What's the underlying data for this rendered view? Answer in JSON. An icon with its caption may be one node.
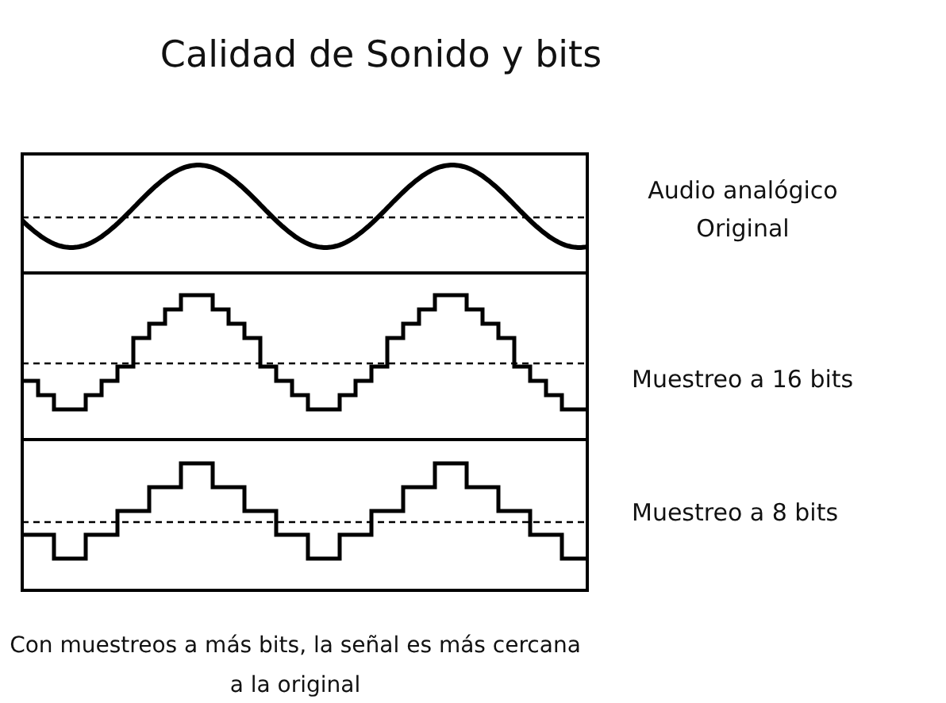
{
  "diagram": {
    "title": "Calidad de Sonido y bits",
    "caption": "Con muestreos a más bits, la señal es más cercana a la original",
    "labels": [
      "Audio analógico Original",
      "Muestreo a 16 bits",
      "Muestreo a 8 bits"
    ]
  }
}
